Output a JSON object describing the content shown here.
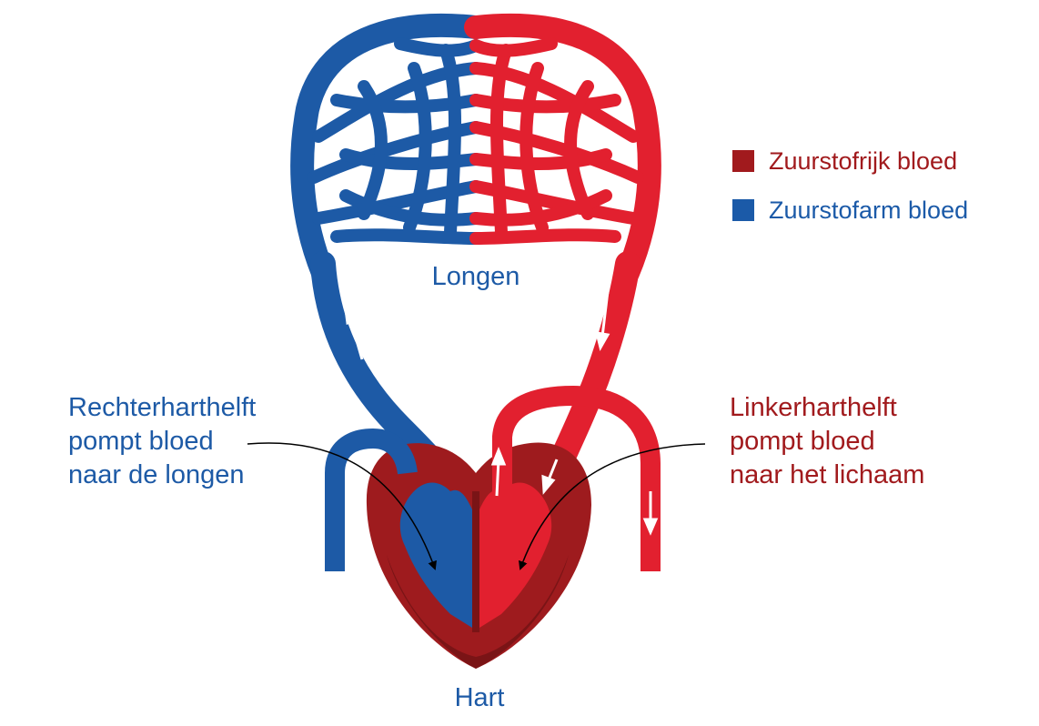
{
  "colors": {
    "oxygen_rich": "#e2202f",
    "oxygen_poor": "#1d5aa6",
    "heart_muscle": "#9e1b1e",
    "heart_muscle_dark": "#7a1416",
    "legend_rich": "#a11a1d",
    "legend_poor": "#1b5aa8",
    "text_blue": "#1d5aa6",
    "text_red": "#a11a1d",
    "arrow": "#ffffff",
    "pointer": "#000000"
  },
  "legend": {
    "items": [
      {
        "label": "Zuurstofrijk bloed",
        "color": "#a11a1d"
      },
      {
        "label": "Zuurstofarm bloed",
        "color": "#1b5aa8"
      }
    ]
  },
  "labels": {
    "lungs": "Longen",
    "heart": "Hart",
    "right_half": [
      "Rechterharthelft",
      "pompt bloed",
      "naar de longen"
    ],
    "left_half": [
      "Linkerharthelft",
      "pompt bloed",
      "naar het lichaam"
    ]
  },
  "icons": {
    "flow_arrow": "flow-arrow-icon",
    "pointer_arrow": "pointer-arrow-icon"
  }
}
